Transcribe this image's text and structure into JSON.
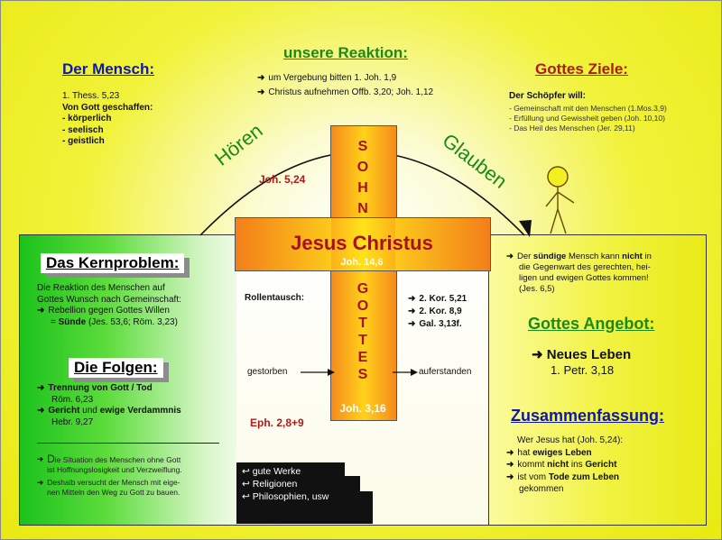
{
  "mensch": {
    "title": "Der Mensch:",
    "lines": [
      "1. Thess. 5,23",
      "Von Gott geschaffen:",
      "- körperlich",
      "- seelisch",
      "- geistlich"
    ]
  },
  "reaktion": {
    "title": "unsere Reaktion:",
    "items": [
      "um Vergebung bitten 1. Joh. 1,9",
      "Christus aufnehmen Offb. 3,20; Joh. 1,12"
    ]
  },
  "ziele": {
    "title": "Gottes Ziele:",
    "intro": "Der Schöpfer will:",
    "items": [
      "- Gemeinschaft mit den Menschen (1.Mos.3,9)",
      "- Erfüllung und Gewissheit geben (Joh. 10,10)",
      "- Das Heil des Menschen (Jer. 29,11)"
    ]
  },
  "arc": {
    "left": "Hören",
    "right": "Glauben"
  },
  "cross": {
    "top_letters": [
      "S",
      "O",
      "H",
      "N"
    ],
    "name": "Jesus Christus",
    "name_ref": "Joh. 14,6",
    "bottom_letters": [
      "G",
      "O",
      "T",
      "T",
      "E",
      "S"
    ],
    "bottom_ref": "Joh. 3,16",
    "left_ref": "Joh. 5,24",
    "eph_ref": "Eph. 2,8+9",
    "rollentausch": "Rollentausch:",
    "gestorben": "gestorben",
    "auferstanden": "auferstanden",
    "refs": [
      "2. Kor. 5,21",
      "2. Kor. 8,9",
      "Gal. 3,13f."
    ]
  },
  "kernproblem": {
    "title": "Das Kernproblem:",
    "text": [
      "Die Reaktion des Menschen auf",
      "Gottes Wunsch nach Gemeinschaft:"
    ],
    "item_line1": "Rebellion gegen Gottes Willen",
    "item_line2_prefix": "= ",
    "item_line2_bold": "Sünde",
    "item_line2_rest": " (Jes. 53,6; Röm. 3,23)"
  },
  "folgen": {
    "title": "Die Folgen:",
    "item1": {
      "bold": "Trennung von Gott / Tod",
      "sub": "Röm. 6,23"
    },
    "item2": {
      "bold1": "Gericht",
      "mid": " und ",
      "bold2": "ewige Verdammnis",
      "sub": "Hebr. 9,27"
    },
    "note1": {
      "first": "D",
      "line1": "ie Situation des Menschen ohne Gott",
      "line2": "ist Hoffnungslosigkeit und Verzweiflung."
    },
    "note2": {
      "line1": "Deshalb versucht der Mensch mit eige-",
      "line2": "nen Mitteln den Weg zu Gott zu bauen."
    }
  },
  "stairs": [
    "gute Werke",
    "Religionen",
    "Philosophien, usw"
  ],
  "right": {
    "p1_a": "Der ",
    "p1_bold1": "sündige",
    "p1_b": " Mensch kann ",
    "p1_bold2": "nicht",
    "p1_c": " in",
    "p1_lines": [
      "die Gegenwart des gerechten, hei-",
      "ligen und ewigen Gottes kommen!",
      "(Jes. 6,5)"
    ]
  },
  "angebot": {
    "title": "Gottes Angebot:",
    "item": "Neues Leben",
    "ref": "1. Petr. 3,18"
  },
  "zusammen": {
    "title": "Zusammenfassung:",
    "intro": "Wer Jesus hat (Joh. 5,24):",
    "i1_a": "hat ",
    "i1_b": "ewiges Leben",
    "i2_a": "kommt ",
    "i2_b": "nicht",
    "i2_c": " ins ",
    "i2_d": "Gericht",
    "i3_a": "ist vom ",
    "i3_b": "Tode zum Leben",
    "i3_line2": "gekommen"
  },
  "colors": {
    "blue_title": "#1018a8",
    "green_title": "#1a8a1a",
    "red_title": "#b01a1a",
    "cross_orange": "#f07818",
    "cross_yellow": "#ffe31a",
    "green_panel": "#1ec21e"
  }
}
